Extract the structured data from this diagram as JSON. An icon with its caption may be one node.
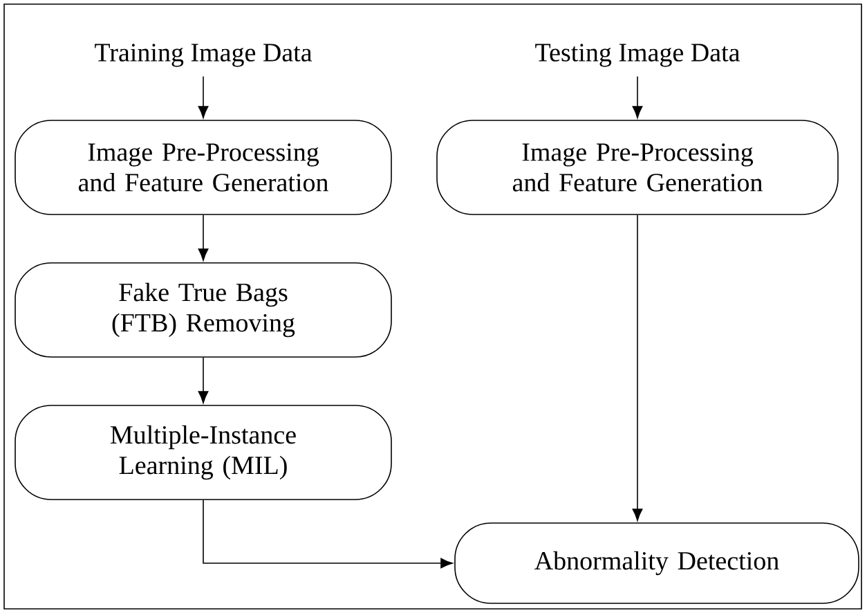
{
  "diagram": {
    "nodes": [
      {
        "text": [
          "Training Image Data"
        ]
      },
      {
        "text": [
          "Image Pre-Processing and Feature Generation"
        ]
      },
      {
        "text": [
          "Fake True Bags (FTB) Removing"
        ]
      },
      {
        "text": [
          "Multiple-Instance Learning (MIL)"
        ]
      },
      {
        "text": [
          "Testing Image Data"
        ]
      },
      {
        "text": [
          "Image Pre-Processing and Feature Generation"
        ]
      },
      {
        "text": [
          "Abnormality Detection"
        ]
      }
    ],
    "edges": [
      {
        "from": 0,
        "to": 1,
        "arrow": "to"
      },
      {
        "from": 1,
        "to": 2,
        "arrow": "to"
      },
      {
        "from": 2,
        "to": 3,
        "arrow": "to"
      },
      {
        "from": 3,
        "to": 6,
        "arrow": "to"
      },
      {
        "from": 4,
        "to": 5,
        "arrow": "to"
      },
      {
        "from": 5,
        "to": 6,
        "arrow": "to"
      }
    ]
  }
}
